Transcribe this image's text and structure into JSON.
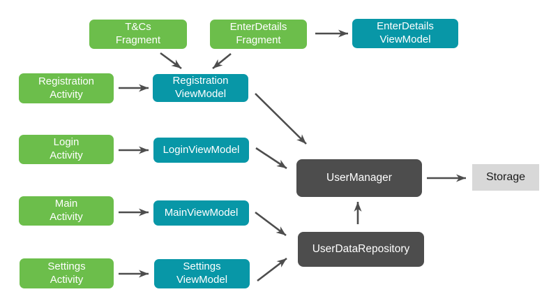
{
  "diagram": {
    "description": "App architecture diagram: views and fragments connect to viewmodels, which connect to UserManager and UserDataRepository, which connect to Storage",
    "colors": {
      "background": "#ffffff",
      "view": "#6cbe4b",
      "viewmodel": "#0897a7",
      "manager": "#4d4d4d",
      "storage": "#d8d8d8",
      "arrow": "#4d4d4d",
      "text_on_color": "#ffffff",
      "text_on_storage": "#1a1a1a"
    },
    "nodes": {
      "tcs_fragment": {
        "label": "T&Cs\nFragment",
        "type": "view"
      },
      "enterdetails_fragment": {
        "label": "EnterDetails\nFragment",
        "type": "view"
      },
      "enterdetails_viewmodel": {
        "label": "EnterDetails\nViewModel",
        "type": "viewmodel"
      },
      "registration_activity": {
        "label": "Registration\nActivity",
        "type": "view"
      },
      "registration_viewmodel": {
        "label": "Registration\nViewModel",
        "type": "viewmodel"
      },
      "login_activity": {
        "label": "Login\nActivity",
        "type": "view"
      },
      "login_viewmodel": {
        "label": "LoginViewModel",
        "type": "viewmodel"
      },
      "main_activity": {
        "label": "Main\nActivity",
        "type": "view"
      },
      "main_viewmodel": {
        "label": "MainViewModel",
        "type": "viewmodel"
      },
      "settings_activity": {
        "label": "Settings\nActivity",
        "type": "view"
      },
      "settings_viewmodel": {
        "label": "Settings\nViewModel",
        "type": "viewmodel"
      },
      "user_manager": {
        "label": "UserManager",
        "type": "manager"
      },
      "user_data_repository": {
        "label": "UserDataRepository",
        "type": "manager"
      },
      "storage": {
        "label": "Storage",
        "type": "storage"
      }
    },
    "edges": [
      {
        "from": "tcs_fragment",
        "to": "registration_viewmodel"
      },
      {
        "from": "enterdetails_fragment",
        "to": "registration_viewmodel"
      },
      {
        "from": "enterdetails_fragment",
        "to": "enterdetails_viewmodel"
      },
      {
        "from": "registration_activity",
        "to": "registration_viewmodel"
      },
      {
        "from": "registration_viewmodel",
        "to": "user_manager"
      },
      {
        "from": "login_activity",
        "to": "login_viewmodel"
      },
      {
        "from": "login_viewmodel",
        "to": "user_manager"
      },
      {
        "from": "main_activity",
        "to": "main_viewmodel"
      },
      {
        "from": "main_viewmodel",
        "to": "user_data_repository"
      },
      {
        "from": "settings_activity",
        "to": "settings_viewmodel"
      },
      {
        "from": "settings_viewmodel",
        "to": "user_data_repository"
      },
      {
        "from": "user_data_repository",
        "to": "user_manager"
      },
      {
        "from": "user_manager",
        "to": "storage"
      }
    ]
  }
}
